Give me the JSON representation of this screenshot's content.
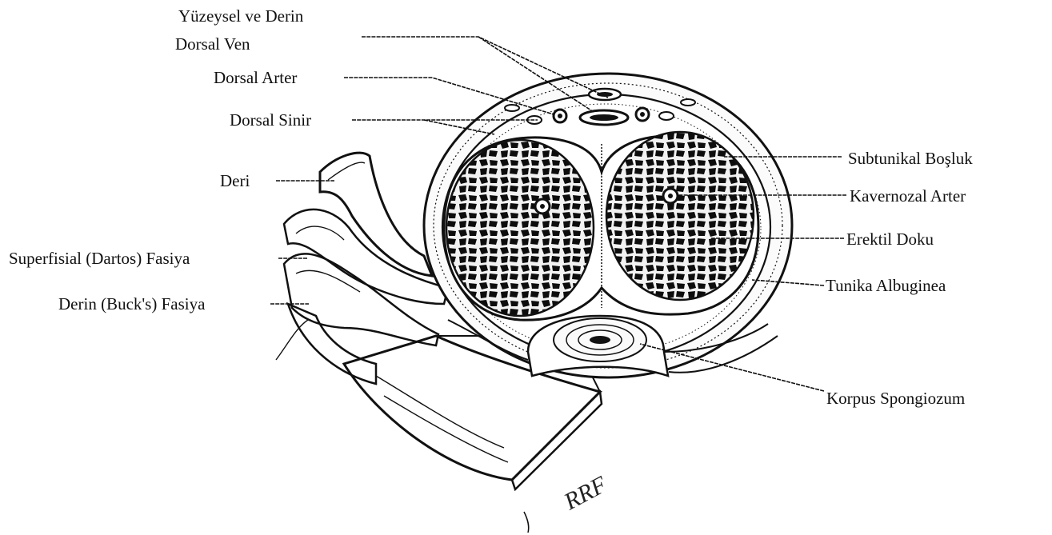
{
  "labels": {
    "superficial_deep_dorsal_vein_line1": "Yüzeysel ve Derin",
    "superficial_deep_dorsal_vein_line2": "Dorsal Ven",
    "dorsal_artery": "Dorsal Arter",
    "dorsal_nerve": "Dorsal Sinir",
    "skin": "Deri",
    "superficial_dartos_fascia": "Superfisial (Dartos) Fasiya",
    "deep_bucks_fascia": "Derin (Buck's) Fasiya",
    "subtunical_space": "Subtunikal Boşluk",
    "cavernosal_artery": "Kavernozal Arter",
    "erectile_tissue": "Erektil Doku",
    "tunica_albuginea": "Tunika Albuginea",
    "corpus_spongiosum": "Korpus Spongiozum"
  },
  "signature": "RRF",
  "colors": {
    "ink": "#111111",
    "paper": "#ffffff",
    "tissue": "#0d0d0d"
  }
}
